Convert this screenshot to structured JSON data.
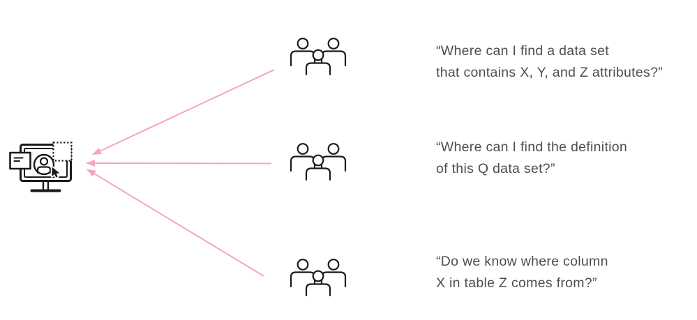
{
  "colors": {
    "arrow": "#f4a6ba",
    "icon": "#1a1a1a",
    "text": "#4d4e50",
    "background": "#ffffff"
  },
  "icons": {
    "monitor": "monitor-with-user-profile-icon",
    "user_group": "three-person-user-group-icon"
  },
  "quotes": [
    {
      "lines": [
        "“Where can I find a data set",
        "that contains X, Y, and Z attributes?”"
      ]
    },
    {
      "lines": [
        "“Where can I find the definition",
        "of this Q data set?”"
      ]
    },
    {
      "lines": [
        "“Do we know where column",
        "X in table Z comes from?”"
      ]
    }
  ]
}
